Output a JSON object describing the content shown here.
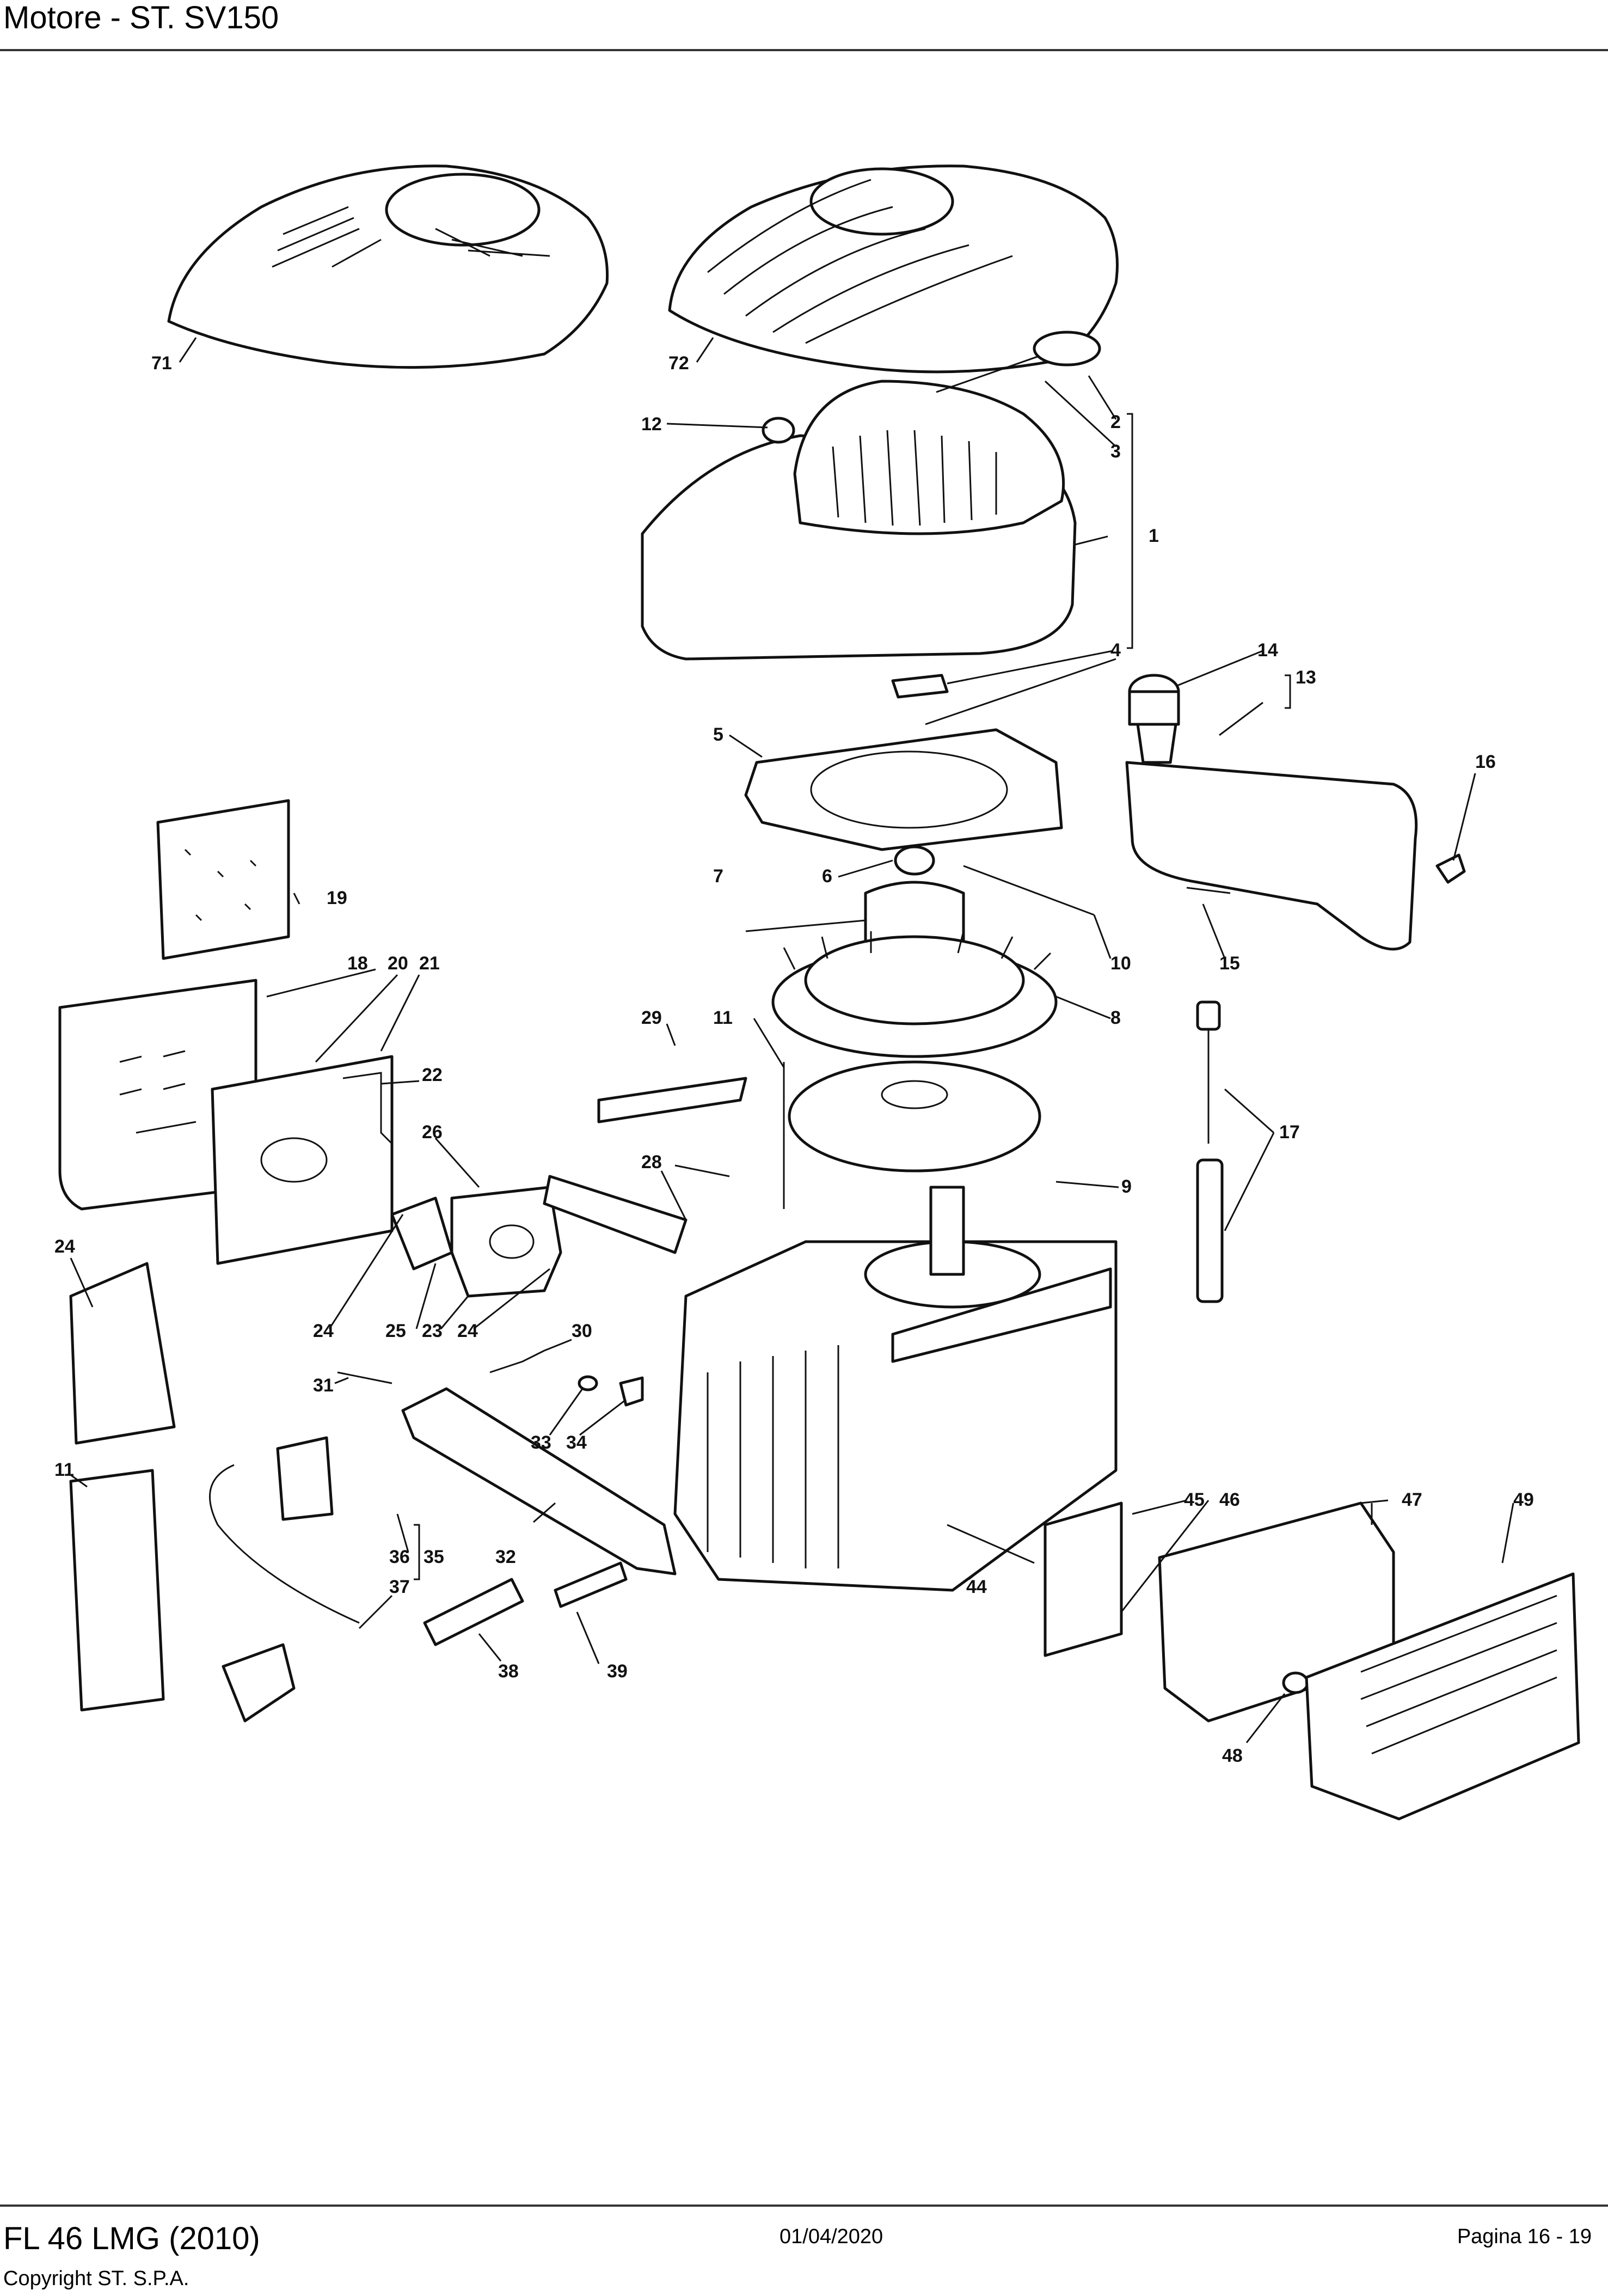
{
  "header": {
    "title": "Motore - ST. SV150"
  },
  "footer": {
    "model": "FL 46 LMG (2010)",
    "copyright": "Copyright ST. S.P.A.",
    "date": "01/04/2020",
    "page": "Pagina 16 - 19"
  },
  "callouts": {
    "c1": "1",
    "c2": "2",
    "c3": "3",
    "c4": "4",
    "c5": "5",
    "c6": "6",
    "c7": "7",
    "c8": "8",
    "c9": "9",
    "c10": "10",
    "c11": "11",
    "c11b": "11",
    "c12": "12",
    "c13": "13",
    "c14": "14",
    "c15": "15",
    "c16": "16",
    "c17": "17",
    "c18": "18",
    "c19": "19",
    "c20": "20",
    "c21": "21",
    "c22": "22",
    "c23": "23",
    "c24a": "24",
    "c24b": "24",
    "c24c": "24",
    "c25": "25",
    "c26": "26",
    "c28": "28",
    "c29": "29",
    "c30": "30",
    "c31": "31",
    "c32": "32",
    "c33": "33",
    "c34": "34",
    "c35": "35",
    "c36": "36",
    "c37": "37",
    "c38": "38",
    "c39": "39",
    "c44": "44",
    "c45": "45",
    "c46": "46",
    "c47": "47",
    "c48": "48",
    "c49": "49",
    "c71": "71",
    "c72": "72"
  }
}
